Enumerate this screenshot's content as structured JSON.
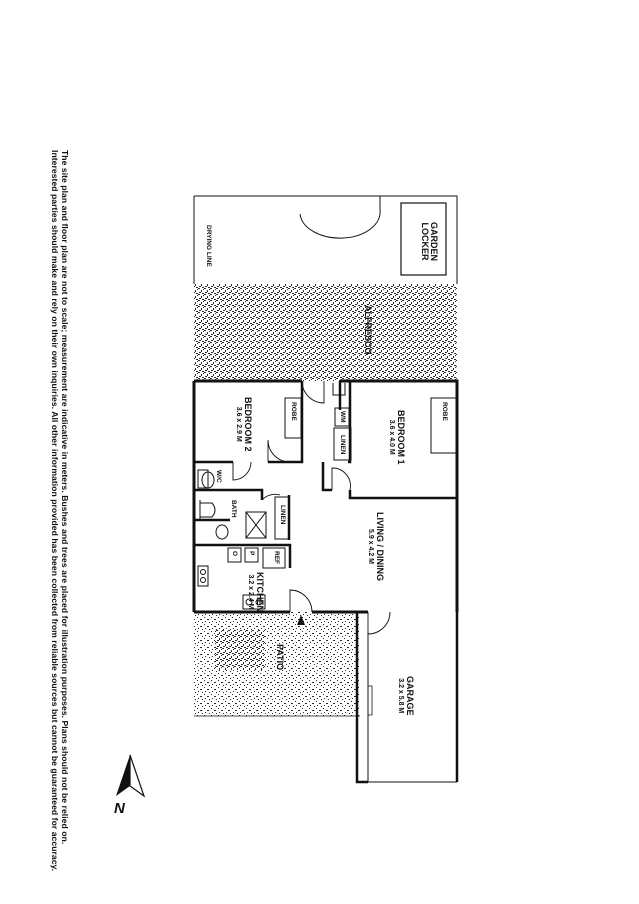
{
  "disclaimer": {
    "line1": "The site plan and floor plan are not to scale; measurement are indicative in meters. Bushes and trees are placed for illustration purposes. Plans should not be relied on.",
    "line2": "Interested parties should make and rely on their own inquiries. All other information provided has been collected from reliable sources but cannot be guaranteed for accuracy."
  },
  "labels": {
    "garden_locker_1": "GARDEN",
    "garden_locker_2": "LOCKER",
    "drying_line": "DRYING LINE",
    "alfresco": "ALFRESCO",
    "bedroom2_name": "BEDROOM 2",
    "bedroom2_dims": "3.6 x 2.9 M",
    "bedroom1_name": "BEDROOM 1",
    "bedroom1_dims": "3.6 x 4.0 M",
    "robe_b2": "ROBE",
    "robe_b1": "ROBE",
    "wm": "WM",
    "linen_hall": "LINEN",
    "linen_bath": "LINEN",
    "wc": "W/C",
    "bath": "BATH",
    "living_name": "LIVING / DINING",
    "living_dims": "5.9 x 4.2 M",
    "kitchen_name": "KITCHEN",
    "kitchen_dims": "3.2 x 2.4 M",
    "ref": "REF",
    "p": "P",
    "o": "O",
    "patio": "PATIO",
    "garage_name": "GARAGE",
    "garage_dims": "3.2 x 5.8 M",
    "north": "N"
  },
  "colors": {
    "ink": "#111111",
    "hatch": "#2b2b2b",
    "paper": "#ffffff"
  },
  "icons": [
    "north-arrow-icon",
    "entry-arrow-icon"
  ]
}
